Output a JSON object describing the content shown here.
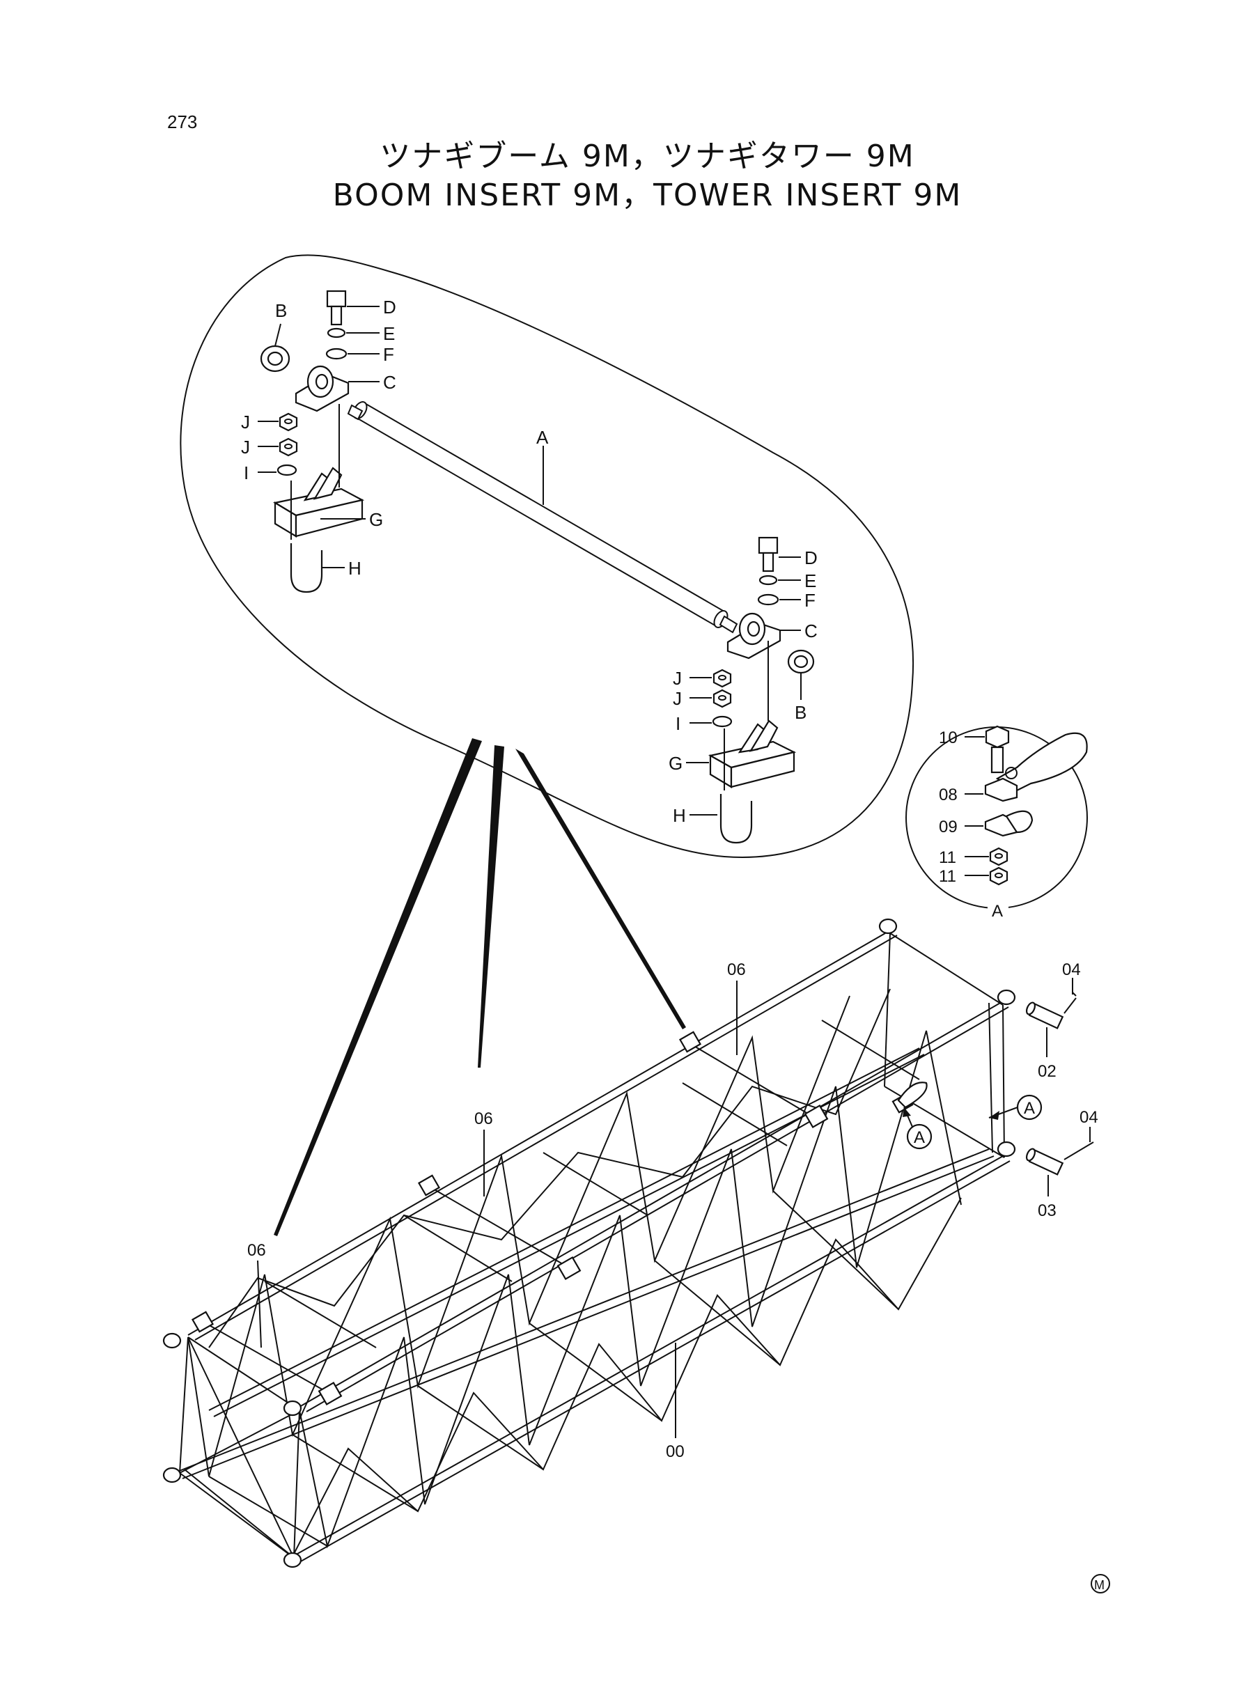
{
  "page_number": "273",
  "title": {
    "japanese": "ツナギブーム 9M，ツナギタワー 9M",
    "english": "BOOM INSERT 9M，TOWER INSERT 9M"
  },
  "detail_upper": {
    "assembly_callout": "A",
    "left_end": {
      "clamp": "B",
      "bolt": "D",
      "lock_washer": "E",
      "washer": "F",
      "bearing": "C",
      "nut_1": "J",
      "nut_2": "J",
      "washer_i": "I",
      "bracket": "G",
      "u_bolt": "H"
    },
    "right_end": {
      "bolt": "D",
      "lock_washer": "E",
      "washer": "F",
      "bearing": "C",
      "clamp": "B",
      "nut_1": "J",
      "nut_2": "J",
      "washer_i": "I",
      "bracket": "G",
      "u_bolt": "H"
    }
  },
  "detail_circle": {
    "bolt": "10",
    "clamp_upper": "08",
    "clamp_lower": "09",
    "nut_1": "11",
    "nut_2": "11",
    "circle_label": "A"
  },
  "main_view": {
    "section": "00",
    "support_1": "06",
    "support_2": "06",
    "support_3": "06",
    "pin_top": "02",
    "pin_bottom": "03",
    "cotter_top": "04",
    "cotter_bottom": "04",
    "ref_a_1": "A",
    "ref_a_2": "A"
  },
  "mark": "M"
}
